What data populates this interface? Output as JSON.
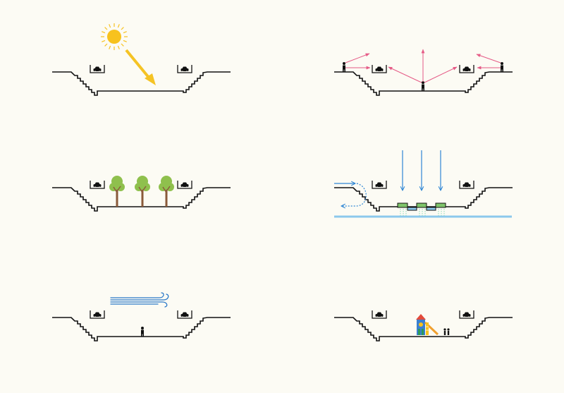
{
  "colors": {
    "background": "#fcfbf4",
    "section_line": "#111111",
    "sun": "#f7c21e",
    "sun_arrow": "#f5c324",
    "view_arrow": "#e55a86",
    "rain": "#2f86d4",
    "water_table": "#8cc8ec",
    "infiltration": "#6fd3a8",
    "planter": "#7ec46a",
    "wind": "#2a78c8",
    "tree_crown": "#8fc04d",
    "tree_trunk": "#8a5a3a"
  },
  "panels": [
    {
      "id": "sunlight",
      "features": [
        "sun-icon",
        "sun-ray-arrow",
        "car-icon",
        "car-icon"
      ]
    },
    {
      "id": "views",
      "features": [
        "person-icon",
        "person-icon",
        "person-icon",
        "sight-line-arrows",
        "car-icon",
        "car-icon"
      ]
    },
    {
      "id": "trees",
      "features": [
        "tree-icon",
        "tree-icon",
        "tree-icon",
        "car-icon",
        "car-icon"
      ]
    },
    {
      "id": "stormwater",
      "features": [
        "rain-arrows",
        "runoff-arrows",
        "infiltration-planters",
        "groundwater-line",
        "car-icon",
        "car-icon"
      ]
    },
    {
      "id": "wind",
      "features": [
        "wind-icon",
        "person-icon",
        "car-icon",
        "car-icon"
      ]
    },
    {
      "id": "playground",
      "features": [
        "play-structure-icon",
        "slide-icon",
        "children-icon",
        "car-icon",
        "car-icon"
      ]
    }
  ]
}
